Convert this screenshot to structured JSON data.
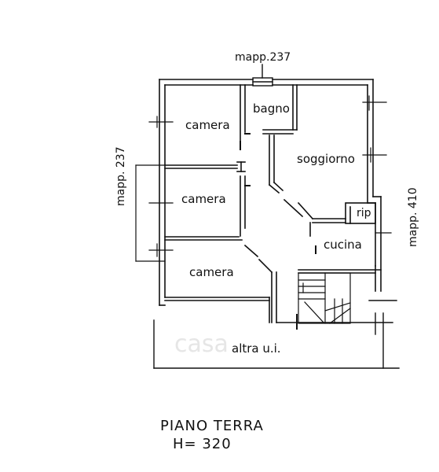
{
  "labels": {
    "mapp_top": "mapp.237",
    "mapp_left": "mapp. 237",
    "mapp_right": "mapp. 410",
    "bagno": "bagno",
    "camera_1": "camera",
    "camera_2": "camera",
    "camera_3": "camera",
    "soggiorno": "soggiorno",
    "rip": "rip",
    "cucina": "cucina",
    "altra": "altra u.i."
  },
  "caption": {
    "line1": "PIANO TERRA",
    "line2": "H= 320"
  },
  "watermark": "casa"
}
